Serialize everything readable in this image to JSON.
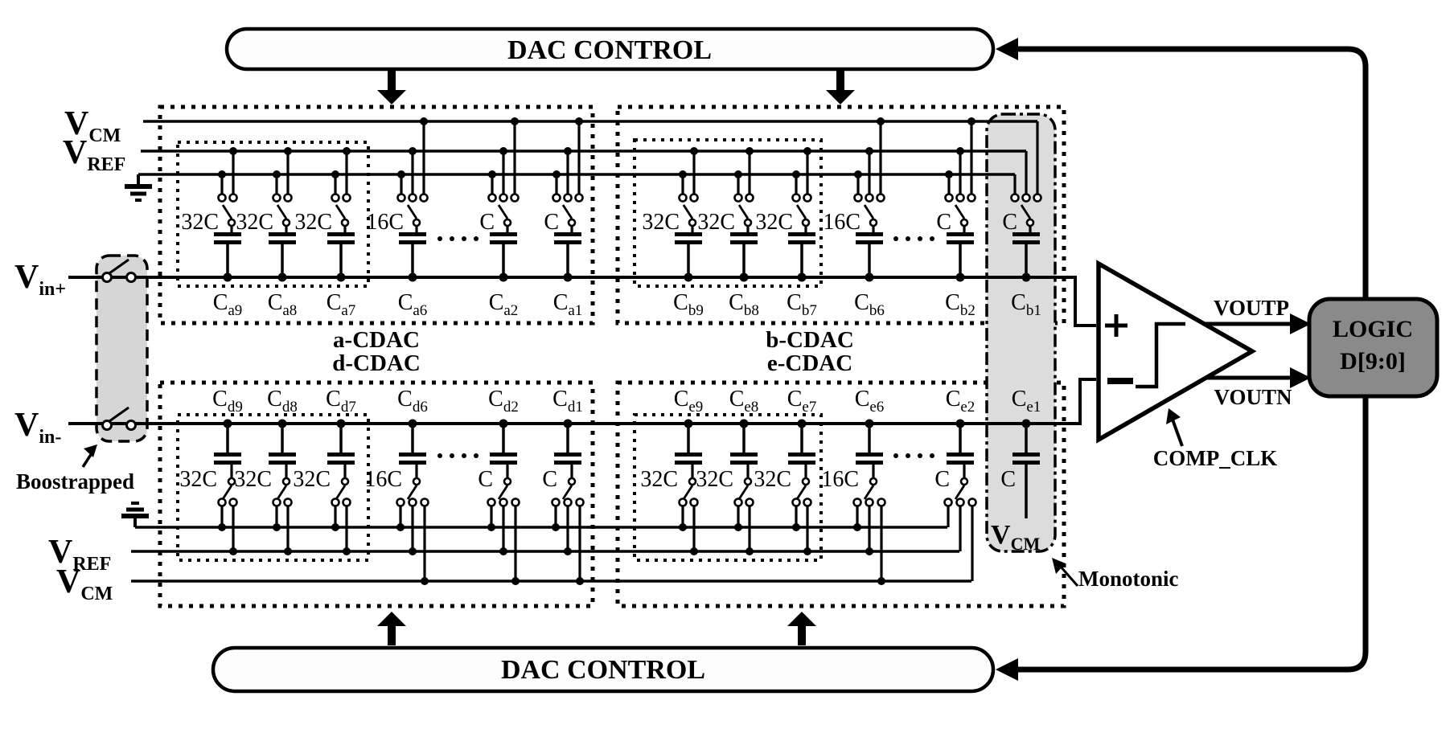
{
  "colors": {
    "line": "#000000",
    "background": "#ffffff",
    "pill_fill": "#fdfdfd",
    "logic_fill": "#8a8a8a",
    "monotonic_band_fill": "#dcdcdc",
    "bootstrap_fill": "#d6d6d6"
  },
  "dac_control_top": "DAC CONTROL",
  "dac_control_bottom": "DAC CONTROL",
  "signals": {
    "vcm_top": {
      "main": "V",
      "sub": "CM"
    },
    "vref_top": {
      "main": "V",
      "sub": "REF"
    },
    "vin_plus": {
      "main": "V",
      "sub": "in+"
    },
    "vin_minus": {
      "main": "V",
      "sub": "in-"
    },
    "vref_bottom": {
      "main": "V",
      "sub": "REF"
    },
    "vcm_bottom": {
      "main": "V",
      "sub": "CM"
    },
    "vcm_monotonic": {
      "main": "V",
      "sub": "CM"
    }
  },
  "annotations": {
    "bootstrapped": "Boostrapped",
    "monotonic": "Monotonic"
  },
  "comparator": {
    "plus_label": "+",
    "minus_label": "-",
    "voutp": "VOUTP",
    "voutn": "VOUTN",
    "clk": "COMP_CLK"
  },
  "logic": {
    "line1": "LOGIC",
    "line2": "D[9:0]"
  },
  "cdac_labels": {
    "top_left": "a-CDAC",
    "bottom_left": "d-CDAC",
    "top_right": "b-CDAC",
    "bottom_right": "e-CDAC"
  },
  "cap_symbol": "C",
  "ellipsis": "",
  "arrays": {
    "a": {
      "caps": [
        {
          "value": "32C",
          "sub": "a9"
        },
        {
          "value": "32C",
          "sub": "a8"
        },
        {
          "value": "32C",
          "sub": "a7"
        },
        {
          "value": "16C",
          "sub": "a6"
        },
        {
          "value": "C",
          "sub": "a2"
        },
        {
          "value": "C",
          "sub": "a1"
        }
      ]
    },
    "b": {
      "caps": [
        {
          "value": "32C",
          "sub": "b9"
        },
        {
          "value": "32C",
          "sub": "b8"
        },
        {
          "value": "32C",
          "sub": "b7"
        },
        {
          "value": "16C",
          "sub": "b6"
        },
        {
          "value": "C",
          "sub": "b2"
        },
        {
          "value": "C",
          "sub": "b1"
        }
      ]
    },
    "d": {
      "caps": [
        {
          "value": "32C",
          "sub": "d9"
        },
        {
          "value": "32C",
          "sub": "d8"
        },
        {
          "value": "32C",
          "sub": "d7"
        },
        {
          "value": "16C",
          "sub": "d6"
        },
        {
          "value": "C",
          "sub": "d2"
        },
        {
          "value": "C",
          "sub": "d1"
        }
      ]
    },
    "e": {
      "caps": [
        {
          "value": "32C",
          "sub": "e9"
        },
        {
          "value": "32C",
          "sub": "e8"
        },
        {
          "value": "32C",
          "sub": "e7"
        },
        {
          "value": "16C",
          "sub": "e6"
        },
        {
          "value": "C",
          "sub": "e2"
        },
        {
          "value": "C",
          "sub": "e1"
        }
      ]
    }
  }
}
